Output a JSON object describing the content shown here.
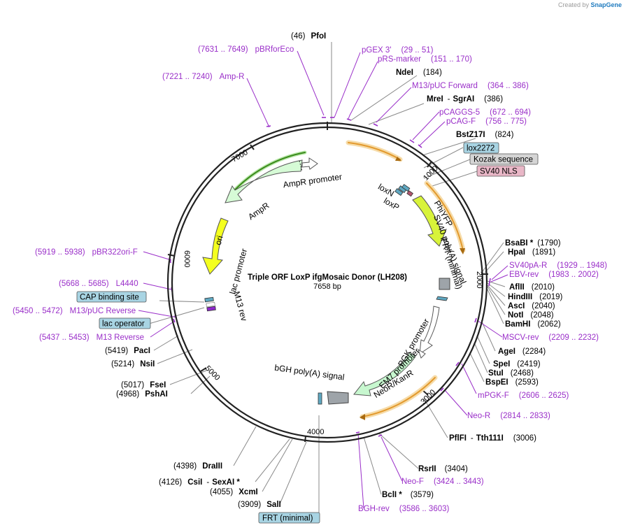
{
  "credit": {
    "prefix": "Created by",
    "brand": "SnapGene"
  },
  "plasmid": {
    "name": "Triple ORF LoxP ifgMosaic Donor (LH208)",
    "length": "7658 bp"
  },
  "ticks": [
    "1000",
    "2000",
    "3000",
    "4000",
    "5000",
    "6000",
    "7000"
  ],
  "features": {
    "ampr_promoter": "AmpR promoter",
    "ampr": "AmpR",
    "ori": "ori",
    "lac_promoter": "lac promoter",
    "m13_rev": "M13 rev",
    "loxn": "loxN",
    "loxp": "loxP",
    "phiyfp": "PhiYFP",
    "sv40_polya": "SV40 poly(A) signal",
    "frt_minimal": "FRT (minimal)",
    "pgk_promoter": "PGK promoter",
    "em7_promoter": "EM7 promoter",
    "neor": "NeoR/KanR",
    "bgh_polya": "bGH poly(A) signal"
  },
  "boxed_labels": {
    "lox2272": "lox2272",
    "kozak": "Kozak sequence",
    "sv40_nls": "SV40 NLS",
    "cap_binding": "CAP binding site",
    "lac_operator": "lac operator",
    "frt_minimal_box": "FRT (minimal)"
  },
  "sites": {
    "pfoi": {
      "pos": "(46)",
      "name": "PfoI"
    },
    "ndei": {
      "name": "NdeI",
      "pos": "(184)"
    },
    "mrei": {
      "name": "MreI",
      "sep": "-",
      "name2": "SgrAI",
      "pos": "(386)"
    },
    "bstz17i": {
      "name": "BstZ17I",
      "pos": "(824)"
    },
    "bsabi": {
      "name": "BsaBI *",
      "pos": "(1790)"
    },
    "hpai": {
      "name": "HpaI",
      "pos": "(1891)"
    },
    "aflii": {
      "name": "AflII",
      "pos": "(2010)"
    },
    "hindiii": {
      "name": "HindIII",
      "pos": "(2019)"
    },
    "asci": {
      "name": "AscI",
      "pos": "(2040)"
    },
    "noti": {
      "name": "NotI",
      "pos": "(2048)"
    },
    "bamhi": {
      "name": "BamHI",
      "pos": "(2062)"
    },
    "agei": {
      "name": "AgeI",
      "pos": "(2284)"
    },
    "spei": {
      "name": "SpeI",
      "pos": "(2419)"
    },
    "stui": {
      "name": "StuI",
      "pos": "(2468)"
    },
    "bspei": {
      "name": "BspEI",
      "pos": "(2593)"
    },
    "pflfi": {
      "name": "PflFI",
      "sep": "-",
      "name2": "Tth111I",
      "pos": "(3006)"
    },
    "rsrii": {
      "name": "RsrII",
      "pos": "(3404)"
    },
    "bcli": {
      "name": "BclI *",
      "pos": "(3579)"
    },
    "sali": {
      "pos": "(3909)",
      "name": "SalI"
    },
    "xcmi": {
      "pos": "(4055)",
      "name": "XcmI"
    },
    "csii": {
      "pos": "(4126)",
      "name": "CsiI",
      "sep": "-",
      "name2": "SexAI *"
    },
    "draiii": {
      "pos": "(4398)",
      "name": "DraIII"
    },
    "pshai": {
      "pos": "(4968)",
      "name": "PshAI"
    },
    "fsei": {
      "pos": "(5017)",
      "name": "FseI"
    },
    "nsii": {
      "pos": "(5214)",
      "name": "NsiI"
    },
    "paci": {
      "pos": "(5419)",
      "name": "PacI"
    }
  },
  "primers": {
    "pgex3": {
      "name": "pGEX 3'",
      "range": "(29 .. 51)"
    },
    "prs": {
      "name": "pRS-marker",
      "range": "(151 .. 170)"
    },
    "m13puc_fwd": {
      "name": "M13/pUC Forward",
      "range": "(364 .. 386)"
    },
    "pcaggs5": {
      "name": "pCAGGS-5",
      "range": "(672 .. 694)"
    },
    "pcagf": {
      "name": "pCAG-F",
      "range": "(756 .. 775)"
    },
    "sv40pa_r": {
      "name": "SV40pA-R",
      "range": "(1929 .. 1948)"
    },
    "ebv_rev": {
      "name": "EBV-rev",
      "range": "(1983 .. 2002)"
    },
    "mscv_rev": {
      "name": "MSCV-rev",
      "range": "(2209 .. 2232)"
    },
    "mpgk_f": {
      "name": "mPGK-F",
      "range": "(2606 .. 2625)"
    },
    "neo_r": {
      "name": "Neo-R",
      "range": "(2814 .. 2833)"
    },
    "neo_f": {
      "name": "Neo-F",
      "range": "(3424 .. 3443)"
    },
    "bgh_rev": {
      "name": "BGH-rev",
      "range": "(3586 .. 3603)"
    },
    "pbrforeco": {
      "range": "(7631 .. 7649)",
      "name": "pBRforEco"
    },
    "ampr_prim": {
      "range": "(7221 .. 7240)",
      "name": "Amp-R"
    },
    "pbr322ori": {
      "range": "(5919 .. 5938)",
      "name": "pBR322ori-F"
    },
    "l4440": {
      "range": "(5668 .. 5685)",
      "name": "L4440"
    },
    "m13puc_rev": {
      "range": "(5450 .. 5472)",
      "name": "M13/pUC Reverse"
    },
    "m13_reverse": {
      "range": "(5437 .. 5453)",
      "name": "M13 Reverse"
    }
  },
  "colors": {
    "primer": "#9a2fc9",
    "backbone": "#222222",
    "ampr_fill": "#d6fbd6",
    "ori_fill": "#f4ff1e",
    "yfp_fill": "#d8f33a",
    "neo_fill": "#c7f7cf",
    "orf_arc": "#e39a2e",
    "orf_glow": "#f6dcaa",
    "box_blue": "#a8d4e3",
    "box_gray": "#d5d5d5",
    "box_pink": "#e9b7c7"
  }
}
